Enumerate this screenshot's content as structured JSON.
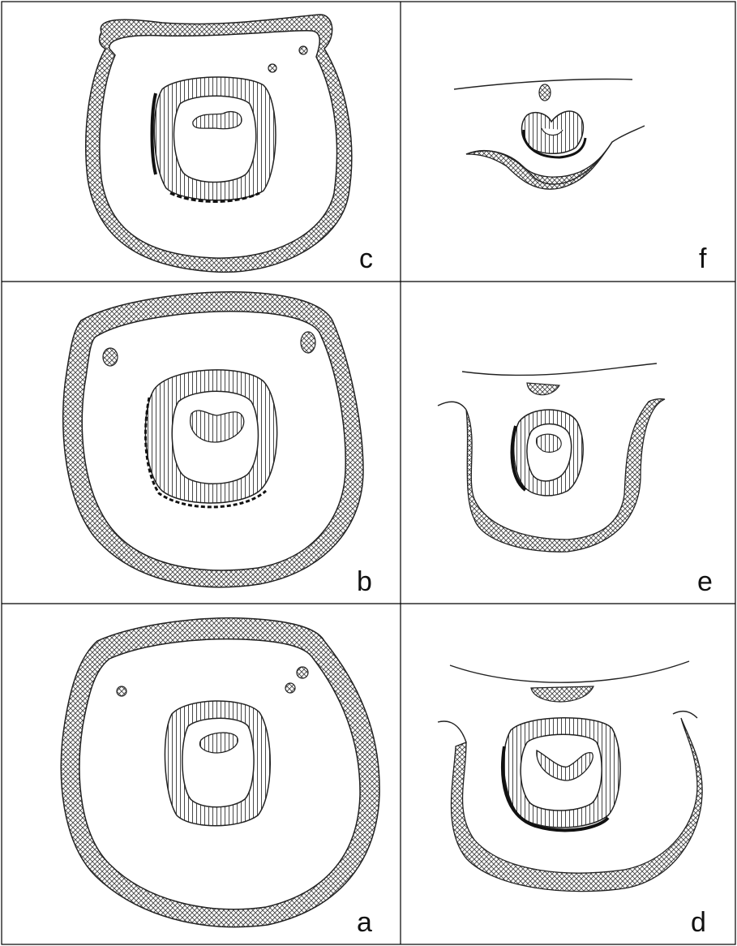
{
  "panels": {
    "c": {
      "label": "c"
    },
    "f": {
      "label": "f"
    },
    "b": {
      "label": "b"
    },
    "e": {
      "label": "e"
    },
    "a": {
      "label": "a"
    },
    "d": {
      "label": "d"
    }
  },
  "colors": {
    "line": "#222222",
    "hatch": "#555555",
    "border": "#000000"
  }
}
